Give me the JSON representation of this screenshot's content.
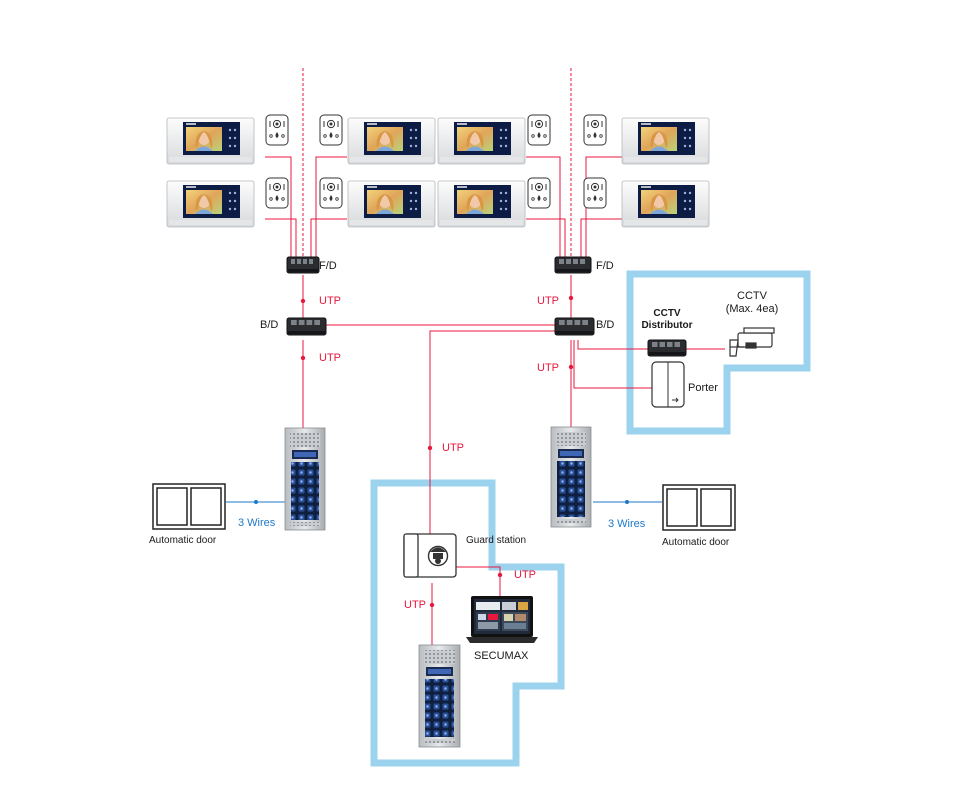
{
  "labels": {
    "fd_left": "F/D",
    "fd_right": "F/D",
    "bd_left": "B/D",
    "bd_right": "B/D",
    "utp_left_upper": "UTP",
    "utp_left_lower": "UTP",
    "utp_right_upper": "UTP",
    "utp_right_lower": "UTP",
    "utp_center": "UTP",
    "utp_guard_right": "UTP",
    "utp_guard_down": "UTP",
    "cctv_distributor": "CCTV\nDistributor",
    "cctv": "CCTV\n(Max. 4ea)",
    "porter": "Porter",
    "three_wires_left": "3 Wires",
    "three_wires_right": "3 Wires",
    "automatic_door_left": "Automatic door",
    "automatic_door_right": "Automatic door",
    "guard_station": "Guard station",
    "secumax": "SECUMAX"
  },
  "colors": {
    "wire": "#e8173d",
    "highlight": "#9bd3ee",
    "door_wire": "#1e78c8"
  }
}
